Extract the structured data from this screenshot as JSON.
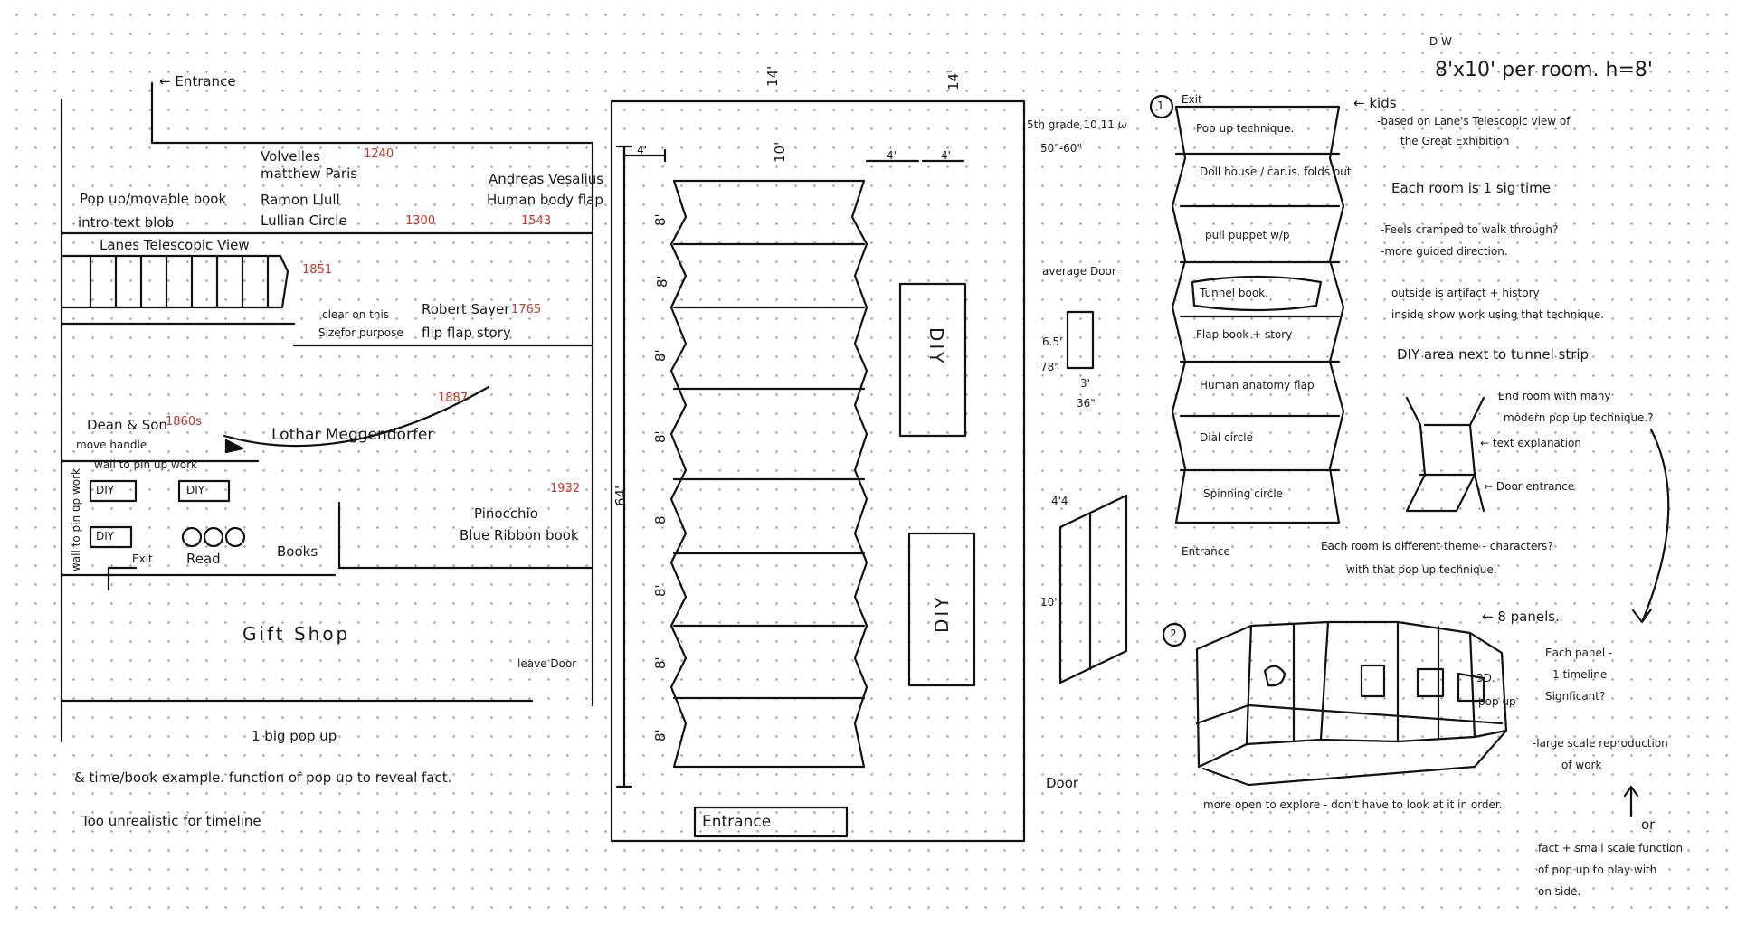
{
  "panel1": {
    "entrance_top": "← Entrance",
    "volvelles": "Volvelles",
    "matthew_paris": "matthew Paris",
    "year_1240": "1240",
    "ramon_llull": "Ramon Llull",
    "lullian_circle": "Lullian Circle",
    "year_1300": "1300",
    "andreas": "Andreas Vesalius",
    "human_body_flap": "Human body flap",
    "year_1543": "1543",
    "pop_up_movable": "Pop up/movable book",
    "intro_text_blob": "intro text blob",
    "lanes_telescopic": "Lanes Telescopic View",
    "year_1851": "1851",
    "robert_sayer": "Robert Sayer",
    "year_1765": "1765",
    "flip_flap_story": "flip flap story",
    "clear_on_this": "clear on this",
    "sizefor_purpose": "Sizefor purpose",
    "year_1887": "1887",
    "dean_son": "Dean & Son",
    "year_1860s": "1860s",
    "move_handle": "move handle",
    "lothar": "Lothar Meggendorfer",
    "wall_to_pin": "wall to pin up work",
    "wall_to_pin_vert": "wall to pin up work",
    "diy": "DIY",
    "year_1932": "1932",
    "pinocchio": "Pinocchio",
    "blue_ribbon": "Blue Ribbon book",
    "exit": "Exit",
    "read": "Read",
    "books": "Books",
    "gift_shop": "Gift Shop",
    "leave_door": "leave Door",
    "note1": "1 big pop up",
    "note2": "& time/book example. function of pop up to reveal fact.",
    "note3": "Too unrealistic for timeline"
  },
  "panel2": {
    "dim_14_top": "14'",
    "dim_14_right": "14'",
    "dim_10": "10'",
    "dim_4": "4'",
    "dim_8": "8'",
    "dim_64": "64'",
    "diy_upper": "DIY",
    "diy_lower": "DIY",
    "entrance": "Entrance"
  },
  "panel3": {
    "num_1": "1",
    "fifth_grade": "5th grade 10 11 ω",
    "height_range": "50\"-60\"",
    "average_door": "average Door",
    "d65": "6.5'",
    "d78": "78\"",
    "d3": "3'",
    "d36": "36\"",
    "d4_4": "4'4",
    "d10": "10'",
    "door": "Door",
    "exit": "Exit",
    "rooms": [
      "Pop up technique.",
      "Doll house / carus. folds out.",
      "pull puppet w/p",
      "Tunnel book.",
      "Flap book + story",
      "Human anatomy flap",
      "Dial circle",
      "Spinning circle"
    ],
    "entrance": "Entrance"
  },
  "panel4": {
    "dw": "D    W",
    "per_room": "8'x10' per room. h=8'",
    "kids": "← kids",
    "based_on": "-based on Lane's Telescopic view of",
    "great_exhibition": "the Great Exhibition",
    "each_room_sig": "Each room is 1 sig time",
    "feels_cramped": "-Feels cramped to walk through?",
    "more_guided": "-more guided direction.",
    "outside": "outside is artifact + history",
    "inside": "inside show work using that technique.",
    "diy_area": "DIY area next to tunnel strip",
    "end_room": "End room with many",
    "modern": "modern pop up technique.?",
    "text_explanation": "← text explanation",
    "door_entrance": "← Door entrance",
    "each_room_diff": "Each room is different theme - characters?",
    "with_that": "with that pop up technique.",
    "num_2": "2",
    "panels8": "← 8 panels.",
    "each_panel": "Each panel -",
    "timeline": "1 timeline",
    "signficant": "Signficant?",
    "large_scale": "-large scale reproduction",
    "of_work": "of work",
    "more_open": "more open to explore - don't have to look at it in order.",
    "or": "or",
    "fact_small": "fact + small scale function",
    "of_pop_up": "of pop up to play with",
    "on_side": "on side.",
    "label_3d": "3D.",
    "pop_up": "pop up"
  }
}
